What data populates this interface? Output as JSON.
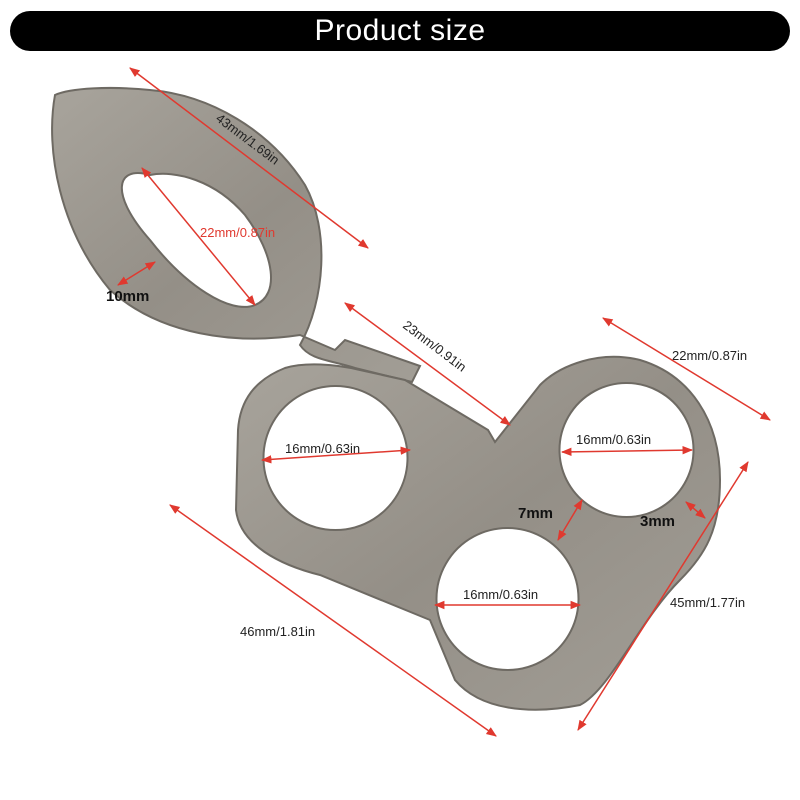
{
  "header": {
    "title": "Product size"
  },
  "colors": {
    "banner_bg": "#000000",
    "banner_text": "#ffffff",
    "dimension_line": "#e0392f",
    "metal": "#9c9890",
    "metal_edge": "#6e6a63"
  },
  "dimensions": {
    "loop_length": "43mm/1.69in",
    "loop_hole": "22mm/0.87in",
    "loop_width": "10mm",
    "tab_length": "23mm/0.91in",
    "top_right_width": "22mm/0.87in",
    "hole_left": "16mm/0.63in",
    "hole_right": "16mm/0.63in",
    "hole_bottom": "16mm/0.63in",
    "spacing_inner": "7mm",
    "spacing_edge": "3mm",
    "base_width": "46mm/1.81in",
    "base_height": "45mm/1.77in"
  }
}
